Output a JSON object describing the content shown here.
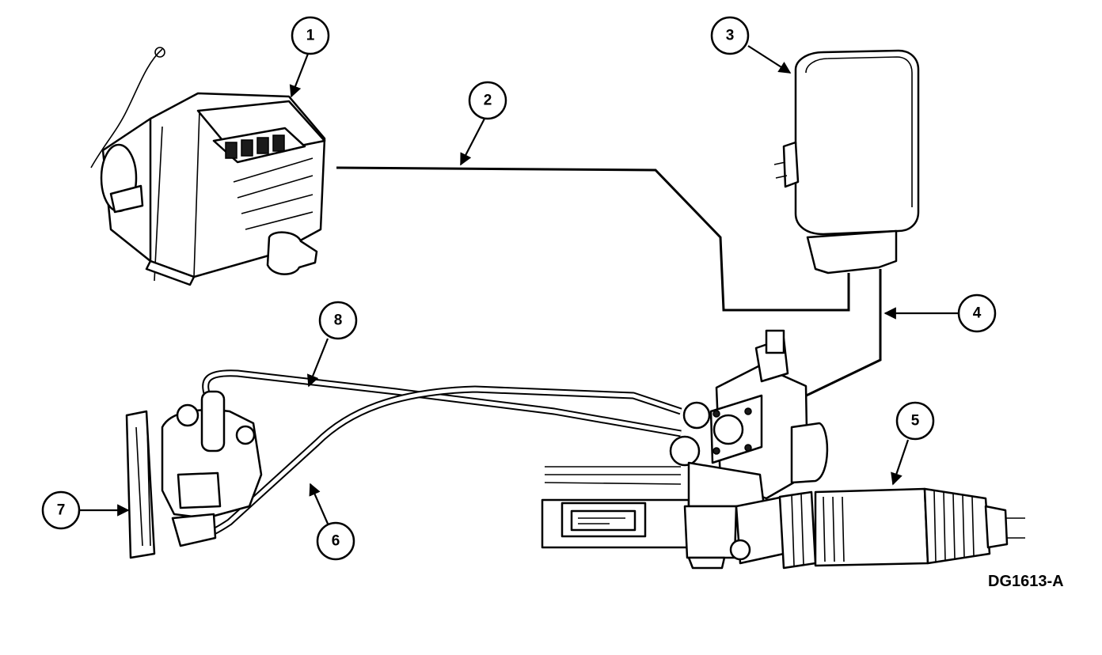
{
  "callouts": [
    {
      "id": "1"
    },
    {
      "id": "2"
    },
    {
      "id": "3"
    },
    {
      "id": "4"
    },
    {
      "id": "5"
    },
    {
      "id": "6"
    },
    {
      "id": "7"
    },
    {
      "id": "8"
    }
  ],
  "figure_id": "DG1613-A"
}
